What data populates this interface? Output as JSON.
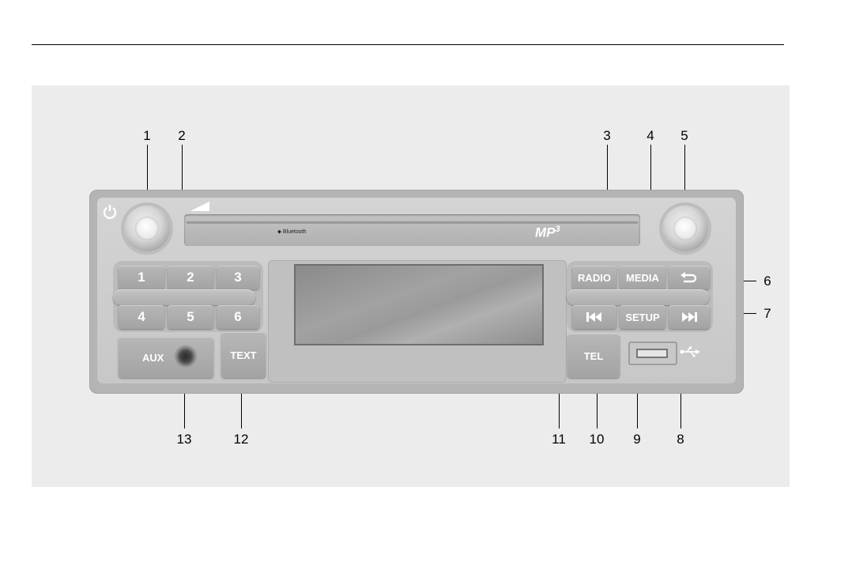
{
  "callouts": {
    "c1": "1",
    "c2": "2",
    "c3": "3",
    "c4": "4",
    "c5": "5",
    "c6": "6",
    "c7": "7",
    "c8": "8",
    "c9": "9",
    "c10": "10",
    "c11": "11",
    "c12": "12",
    "c13": "13"
  },
  "panel": {
    "bluetooth_label": "Bluetooth",
    "mp3_label": "MP",
    "mp3_sup": "3"
  },
  "buttons": {
    "preset_1": "1",
    "preset_2": "2",
    "preset_3": "3",
    "preset_4": "4",
    "preset_5": "5",
    "preset_6": "6",
    "radio": "RADIO",
    "media": "MEDIA",
    "setup": "SETUP",
    "tel": "TEL",
    "text": "TEXT",
    "aux": "AUX"
  },
  "icons": {
    "power": "power-icon",
    "volume": "volume-icon",
    "back": "back-arrow-icon",
    "previous": "skip-back-icon",
    "next": "skip-forward-icon",
    "usb": "usb-icon"
  }
}
